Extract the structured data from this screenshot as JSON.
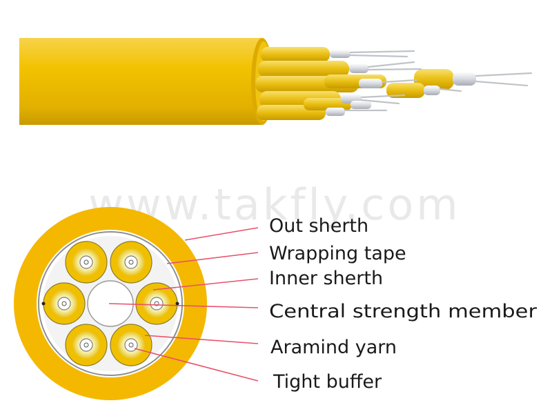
{
  "watermark": "www.takfly.com",
  "labels": [
    "Out sherth",
    "Wrapping tape",
    "Inner sherth",
    "Central strength member",
    "Aramind yarn",
    "Tight buffer"
  ],
  "colors": {
    "jacket_yellow": "#f2c500",
    "jacket_shadow": "#d9a800",
    "outer_ring": "#f4b800",
    "tape_ring": "#efefef",
    "buffer_yellow": "#f3cc2a",
    "leader_line": "#e8506a"
  }
}
